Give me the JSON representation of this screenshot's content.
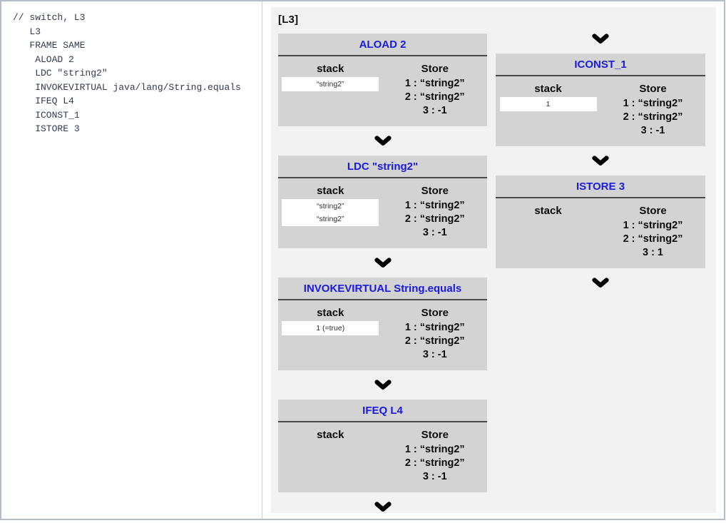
{
  "code_panel": {
    "lines": [
      "// switch, L3",
      "   L3",
      "   FRAME SAME",
      "    ALOAD 2",
      "    LDC \"string2\"",
      "    INVOKEVIRTUAL java/lang/String.equals",
      "    IFEQ L4",
      "    ICONST_1",
      "    ISTORE 3"
    ]
  },
  "diagram": {
    "label": "[L3]",
    "stack_label": "stack",
    "store_label": "Store",
    "colors": {
      "canvas_bg": "#f2f2f3",
      "box_bg": "#d3d3d3",
      "title_blue": "#1a1ae2",
      "divider": "#4a4a4a",
      "arrow": "#000000"
    },
    "columns": [
      {
        "name": "left-flow-column",
        "flow": [
          {
            "type": "box",
            "title": "ALOAD 2",
            "stack": [
              "“string2”"
            ],
            "store": [
              "1 : “string2”",
              "2 : “string2”",
              "3 : -1"
            ]
          },
          {
            "type": "arrow"
          },
          {
            "type": "box",
            "title": "LDC \"string2\"",
            "stack": [
              "“string2”",
              "“string2”"
            ],
            "store": [
              "1 : “string2”",
              "2 : “string2”",
              "3 : -1"
            ]
          },
          {
            "type": "arrow"
          },
          {
            "type": "box",
            "title": "INVOKEVIRTUAL String.equals",
            "stack": [
              "1 (=true)"
            ],
            "store": [
              "1 : “string2”",
              "2 : “string2”",
              "3 : -1"
            ]
          },
          {
            "type": "arrow"
          },
          {
            "type": "box",
            "title": "IFEQ L4",
            "stack": [],
            "store": [
              "1 : “string2”",
              "2 : “string2”",
              "3 : -1"
            ]
          },
          {
            "type": "arrow"
          }
        ]
      },
      {
        "name": "right-flow-column",
        "flow": [
          {
            "type": "arrow"
          },
          {
            "type": "box",
            "title": "ICONST_1",
            "stack": [
              "1"
            ],
            "store": [
              "1 : “string2”",
              "2 : “string2”",
              "3 : -1"
            ]
          },
          {
            "type": "arrow"
          },
          {
            "type": "box",
            "title": "ISTORE 3",
            "stack": [],
            "store": [
              "1 : “string2”",
              "2 : “string2”",
              "3 : 1"
            ]
          },
          {
            "type": "arrow"
          }
        ]
      }
    ]
  }
}
